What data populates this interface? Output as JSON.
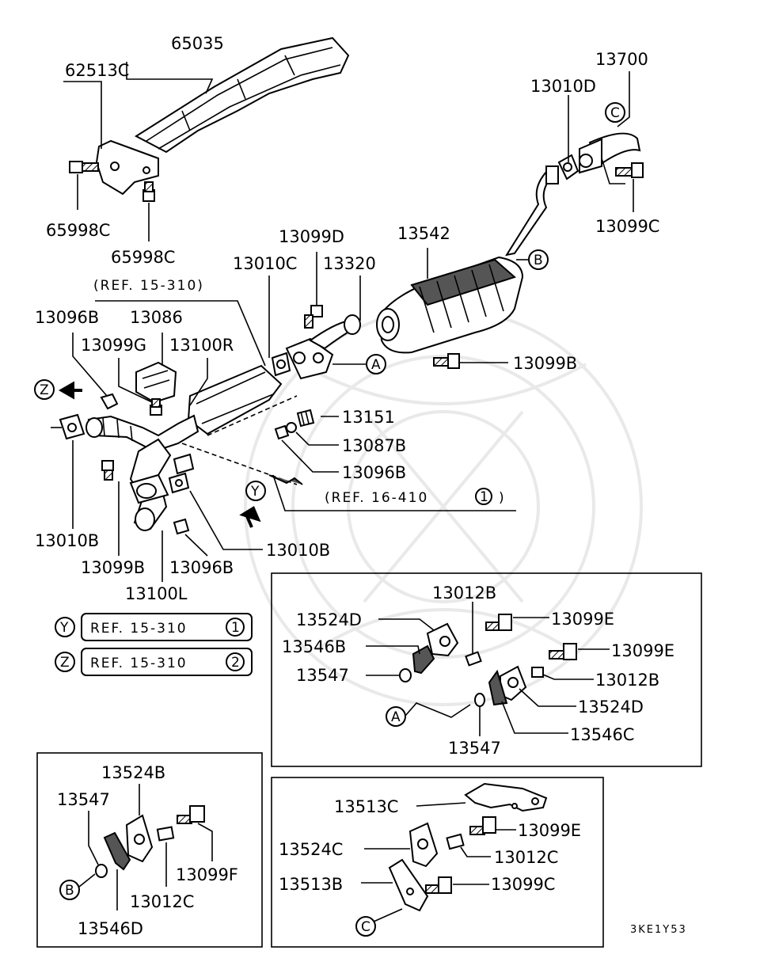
{
  "diagram": {
    "code": "3KE1Y53",
    "parts": {
      "p65035": "65035",
      "p62513C": "62513C",
      "p65998C_a": "65998C",
      "p65998C_b": "65998C",
      "p13700": "13700",
      "p13010D": "13010D",
      "p13099C_top": "13099C",
      "p13542": "13542",
      "p13099D": "13099D",
      "p13010C": "13010C",
      "p13320": "13320",
      "p13096B_top": "13096B",
      "p13086": "13086",
      "p13099G": "13099G",
      "p13100R": "13100R",
      "p13099B_right": "13099B",
      "p13151": "13151",
      "p13087B": "13087B",
      "p13096B_mid": "13096B",
      "p13010B_left": "13010B",
      "p13099B_bottom": "13099B",
      "p13096B_bottom": "13096B",
      "p13010B_right": "13010B",
      "p13100L": "13100L",
      "box1_13012B_a": "13012B",
      "box1_13524D_a": "13524D",
      "box1_13099E_a": "13099E",
      "box1_13546B": "13546B",
      "box1_13099E_b": "13099E",
      "box1_13547_a": "13547",
      "box1_13012B_b": "13012B",
      "box1_13524D_b": "13524D",
      "box1_13546C": "13546C",
      "box1_13547_b": "13547",
      "box2_13524B": "13524B",
      "box2_13547": "13547",
      "box2_13099F": "13099F",
      "box2_13012C": "13012C",
      "box2_13546D": "13546D",
      "box3_13513C": "13513C",
      "box3_13099E": "13099E",
      "box3_13524C": "13524C",
      "box3_13012C": "13012C",
      "box3_13513B": "13513B",
      "box3_13099C": "13099C"
    },
    "refs": {
      "ref_15_310_top": "(REF. 15-310)",
      "ref_16_410": "(REF. 16-410",
      "ref_16_410_num": "1",
      "ref_16_410_close": ")",
      "y_ref_text": "REF. 15-310",
      "y_ref_num": "1",
      "z_ref_text": "REF. 15-310",
      "z_ref_num": "2"
    },
    "callouts": {
      "A_main": "A",
      "B_main": "B",
      "C_main": "C",
      "Y_main": "Y",
      "Z_main": "Z",
      "Y_legend": "Y",
      "Z_legend": "Z",
      "A_box1": "A",
      "B_box2": "B",
      "C_box3": "C"
    }
  }
}
